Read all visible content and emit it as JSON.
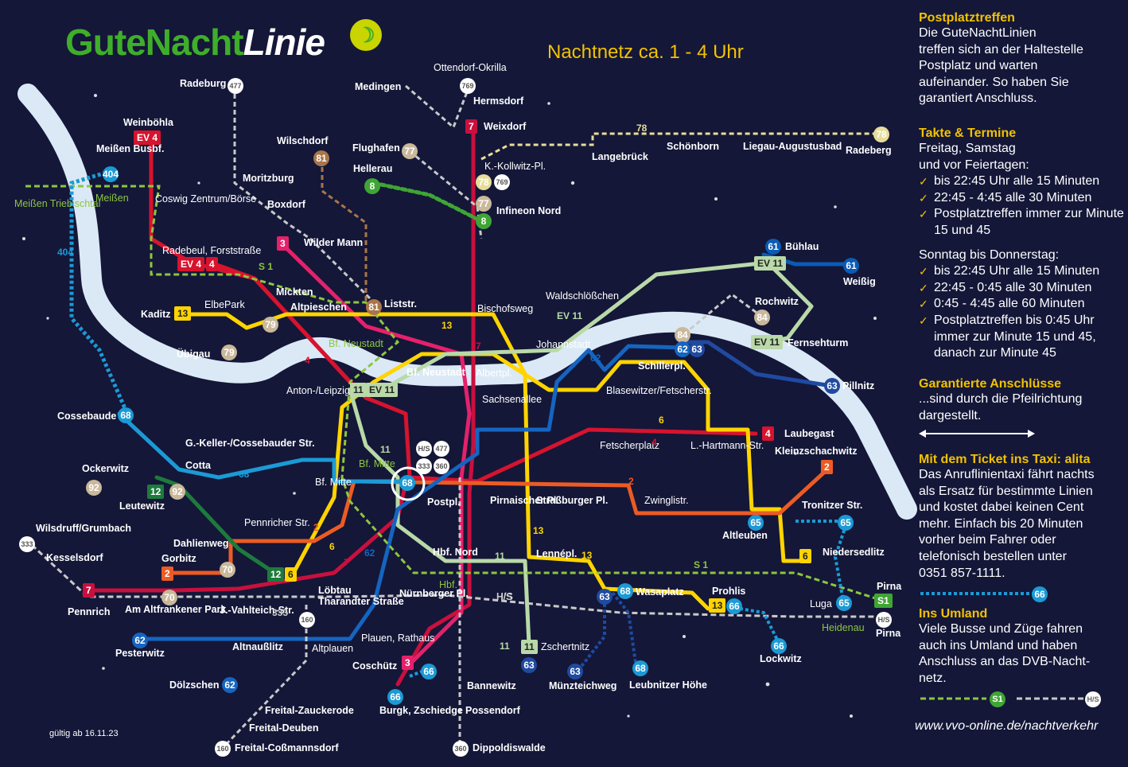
{
  "header": {
    "logo_part1": "GuteNacht",
    "logo_part2": "Linie",
    "subtitle": "Nachtnetz ca. 1 - 4 Uhr",
    "valid_from": "gültig ab 16.11.23",
    "url": "www.vvo-online.de/nachtverkehr"
  },
  "legend": {
    "postplatz_title": "Postplatztreffen",
    "postplatz_text": [
      "Die GuteNachtLinien",
      "treffen sich an der Haltestelle",
      "Postplatz und warten",
      "aufeinander. So haben Sie",
      "garantiert Anschluss."
    ],
    "takte_title": "Takte & Termine",
    "takte_intro": [
      "Freitag, Samstag",
      "und vor Feiertagen:"
    ],
    "takte_items1": [
      "bis 22:45 Uhr alle 15 Minuten",
      "22:45 - 4:45 alle 30 Minuten",
      "Postplatztreffen immer zur Minute 15 und 45"
    ],
    "takte_intro2": "Sonntag bis Donnerstag:",
    "takte_items2": [
      "bis 22:45 Uhr alle 15 Minuten",
      "22:45 - 0:45 alle 30 Minuten",
      "0:45 - 4:45 alle 60 Minuten",
      "Postplatztreffen bis 0:45 Uhr immer zur Minute 15 und 45, danach zur Minute 45"
    ],
    "anschluss_title": "Garantierte Anschlüsse",
    "anschluss_text": [
      "...sind durch die Pfeilrichtung",
      "dargestellt."
    ],
    "taxi_title": "Mit dem Ticket ins Taxi: alita",
    "taxi_text": [
      "Das Anruflinientaxi fährt nachts",
      "als Ersatz für bestimmte Linien",
      "und kostet dabei keinen Cent",
      "mehr. Einfach bis 20 Minuten",
      "vorher beim Fahrer oder",
      "telefonisch bestellen unter",
      "0351 857-1111."
    ],
    "taxi_badge": "66",
    "umland_title": "Ins Umland",
    "umland_text": [
      "Viele Busse und Züge fahren",
      "auch ins Umland und haben",
      "Anschluss an das DVB-Nacht-",
      "netz."
    ],
    "s1_badge": "S1",
    "hs_badge": "H/S"
  },
  "colors": {
    "background": "#141738",
    "river": "#dbe9f6",
    "line_4": "#d7132e",
    "line_ev4": "#d7132e",
    "line_7": "#c8103e",
    "line_3": "#e5216b",
    "line_2": "#ec5b24",
    "line_13": "#ffd400",
    "line_6": "#ffd400",
    "line_11": "#b9d9a8",
    "line_12": "#1e7a3c",
    "line_8": "#3fa535",
    "line_61": "#0a5bb5",
    "line_62": "#1565c0",
    "line_63": "#1f4aa0",
    "line_68": "#1b9ad6",
    "line_s1": "#8dc63f",
    "line_hs": "#c9c9c9",
    "accent": "#f2c200"
  },
  "stops": [
    {
      "label": "Radeburg"
    },
    {
      "label": "Ottendorf-Okrilla"
    },
    {
      "label": "Medingen"
    },
    {
      "label": "Hermsdorf"
    },
    {
      "label": "Weixdorf"
    },
    {
      "label": "Weinböhla"
    },
    {
      "label": "Meißen Busbf."
    },
    {
      "label": "Wilschdorf"
    },
    {
      "label": "Flughafen"
    },
    {
      "label": "K.-Kollwitz-Pl."
    },
    {
      "label": "Langebrück"
    },
    {
      "label": "Schönborn"
    },
    {
      "label": "Liegau-Augustusbad"
    },
    {
      "label": "Radeberg"
    },
    {
      "label": "Hellerau"
    },
    {
      "label": "Moritzburg"
    },
    {
      "label": "Coswig Zentrum/Börse"
    },
    {
      "label": "Meißen"
    },
    {
      "label": "Meißen Triebischtal"
    },
    {
      "label": "Boxdorf"
    },
    {
      "label": "Infineon Nord"
    },
    {
      "label": "Wilder Mann"
    },
    {
      "label": "Radebeul, Forststraße"
    },
    {
      "label": "Bühlau"
    },
    {
      "label": "Weißig"
    },
    {
      "label": "Mickten"
    },
    {
      "label": "Altpieschen"
    },
    {
      "label": "Liststr."
    },
    {
      "label": "Bischofsweg"
    },
    {
      "label": "Waldschlößchen"
    },
    {
      "label": "Rochwitz"
    },
    {
      "label": "Kaditz"
    },
    {
      "label": "ElbePark"
    },
    {
      "label": "Übigau"
    },
    {
      "label": "Bf. Neustadt"
    },
    {
      "label": "Johannstadt"
    },
    {
      "label": "Fernsehturm"
    },
    {
      "label": "Schillerpl."
    },
    {
      "label": "Bf. Neustadt"
    },
    {
      "label": "Albertpl."
    },
    {
      "label": "Pillnitz"
    },
    {
      "label": "Anton-/Leipziger Str."
    },
    {
      "label": "Sachsenallee"
    },
    {
      "label": "Blasewitzer/Fetscherstr."
    },
    {
      "label": "Cossebaude"
    },
    {
      "label": "Laubegast"
    },
    {
      "label": "G.-Keller-/Cossebauder Str."
    },
    {
      "label": "Cotta"
    },
    {
      "label": "Fetscherplatz"
    },
    {
      "label": "L.-Hartmann-Str."
    },
    {
      "label": "Kleinzschachwitz"
    },
    {
      "label": "Ockerwitz"
    },
    {
      "label": "Bf. Mitte"
    },
    {
      "label": "Bf. Mitte"
    },
    {
      "label": "Leutewitz"
    },
    {
      "label": "Postpl."
    },
    {
      "label": "Pirnaischer Pl."
    },
    {
      "label": "Straßburger Pl."
    },
    {
      "label": "Zwinglistr."
    },
    {
      "label": "Tronitzer Str."
    },
    {
      "label": "Wilsdruff/Grumbach"
    },
    {
      "label": "Pennricher Str."
    },
    {
      "label": "Altleuben"
    },
    {
      "label": "Dahlienweg"
    },
    {
      "label": "Kesselsdorf"
    },
    {
      "label": "Gorbitz"
    },
    {
      "label": "Hbf. Nord"
    },
    {
      "label": "Lennépl."
    },
    {
      "label": "Niedersedlitz"
    },
    {
      "label": "Hbf."
    },
    {
      "label": "Löbtau"
    },
    {
      "label": "Tharandter Straße"
    },
    {
      "label": "Wasaplatz"
    },
    {
      "label": "Prohlis"
    },
    {
      "label": "H/S"
    },
    {
      "label": "Pennrich"
    },
    {
      "label": "Am Altfrankener Park"
    },
    {
      "label": "J.-Vahlteich-Str."
    },
    {
      "label": "Nürnberger Pl."
    },
    {
      "label": "Luga"
    },
    {
      "label": "Pirna"
    },
    {
      "label": "Heidenau"
    },
    {
      "label": "Pirna"
    },
    {
      "label": "Pesterwitz"
    },
    {
      "label": "Altnaußlitz"
    },
    {
      "label": "Plauen, Rathaus"
    },
    {
      "label": "Altplauen"
    },
    {
      "label": "Zschertnitz"
    },
    {
      "label": "Lockwitz"
    },
    {
      "label": "Coschütz"
    },
    {
      "label": "Münzteichweg"
    },
    {
      "label": "Leubnitzer Höhe"
    },
    {
      "label": "Dölzschen"
    },
    {
      "label": "Bannewitz"
    },
    {
      "label": "Freital-Zauckerode"
    },
    {
      "label": "Burgk, Zschiedge"
    },
    {
      "label": "Freital-Deuben"
    },
    {
      "label": "Possendorf"
    },
    {
      "label": "Freital-Coßmannsdorf"
    },
    {
      "label": "Dippoldiswalde"
    }
  ],
  "badges": [
    {
      "label": "EV 4"
    },
    {
      "label": "EV 4"
    },
    {
      "label": "4"
    },
    {
      "label": "7"
    },
    {
      "label": "3"
    },
    {
      "label": "13"
    },
    {
      "label": "EV 11"
    },
    {
      "label": "EV 11"
    },
    {
      "label": "EV 11"
    },
    {
      "label": "4"
    },
    {
      "label": "2"
    },
    {
      "label": "12"
    },
    {
      "label": "2"
    },
    {
      "label": "12"
    },
    {
      "label": "6"
    },
    {
      "label": "7"
    },
    {
      "label": "6"
    },
    {
      "label": "13"
    },
    {
      "label": "11"
    },
    {
      "label": "3"
    },
    {
      "label": "S1"
    },
    {
      "label": "11"
    }
  ],
  "circles": [
    {
      "label": "477"
    },
    {
      "label": "769"
    },
    {
      "label": "404"
    },
    {
      "label": "81"
    },
    {
      "label": "77"
    },
    {
      "label": "78"
    },
    {
      "label": "78"
    },
    {
      "label": "769"
    },
    {
      "label": "77"
    },
    {
      "label": "8"
    },
    {
      "label": "8"
    },
    {
      "label": "81"
    },
    {
      "label": "79"
    },
    {
      "label": "79"
    },
    {
      "label": "61"
    },
    {
      "label": "61"
    },
    {
      "label": "84"
    },
    {
      "label": "84"
    },
    {
      "label": "62"
    },
    {
      "label": "63"
    },
    {
      "label": "63"
    },
    {
      "label": "68"
    },
    {
      "label": "92"
    },
    {
      "label": "92"
    },
    {
      "label": "H/S"
    },
    {
      "label": "477"
    },
    {
      "label": "333"
    },
    {
      "label": "360"
    },
    {
      "label": "68"
    },
    {
      "label": "333"
    },
    {
      "label": "70"
    },
    {
      "label": "70"
    },
    {
      "label": "160"
    },
    {
      "label": "62"
    },
    {
      "label": "62"
    },
    {
      "label": "65"
    },
    {
      "label": "65"
    },
    {
      "label": "65"
    },
    {
      "label": "63"
    },
    {
      "label": "68"
    },
    {
      "label": "66"
    },
    {
      "label": "66"
    },
    {
      "label": "H/S"
    },
    {
      "label": "63"
    },
    {
      "label": "63"
    },
    {
      "label": "68"
    },
    {
      "label": "66"
    },
    {
      "label": "66"
    },
    {
      "label": "160"
    },
    {
      "label": "360"
    }
  ],
  "line_labels": [
    "S 1",
    "13",
    "7",
    "4",
    "11",
    "EV 11",
    "62",
    "6",
    "2",
    "68",
    "11",
    "2",
    "6",
    "7",
    "62",
    "13",
    "13",
    "S 1",
    "404",
    "78",
    "4",
    "11",
    "333",
    "H/S"
  ]
}
